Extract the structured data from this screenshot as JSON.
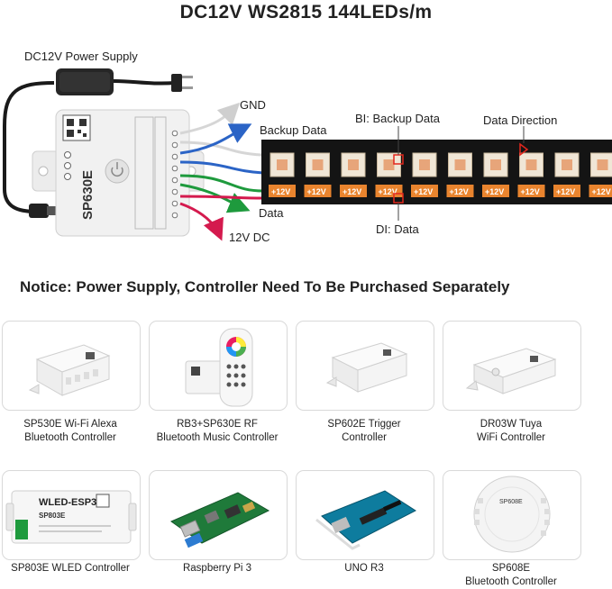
{
  "title": "DC12V WS2815 144LEDs/m",
  "labels": {
    "power_supply": "DC12V Power Supply",
    "gnd": "GND",
    "backup_data": "Backup Data",
    "bi": "BI: Backup Data",
    "data_direction": "Data Direction",
    "data": "Data",
    "di": "DI: Data",
    "v12": "12V DC"
  },
  "controller": {
    "model": "SP630E"
  },
  "strip": {
    "pad_label": "+12V",
    "wire_colors": {
      "gnd": "#d6d6d6",
      "backup": "#2b64c6",
      "data": "#1e9a3d",
      "v12": "#d41a4e"
    }
  },
  "notice": "Notice: Power Supply, Controller Need To Be Purchased Separately",
  "products": [
    {
      "line1": "SP530E Wi-Fi Alexa",
      "line2": "Bluetooth Controller"
    },
    {
      "line1": "RB3+SP630E RF",
      "line2": "Bluetooth Music Controller"
    },
    {
      "line1": "SP602E Trigger",
      "line2": "Controller"
    },
    {
      "line1": "DR03W Tuya",
      "line2": "WiFi Controller"
    },
    {
      "line1": "SP803E WLED Controller",
      "line2": ""
    },
    {
      "line1": "Raspberry Pi 3",
      "line2": ""
    },
    {
      "line1": "UNO R3",
      "line2": ""
    },
    {
      "line1": "SP608E",
      "line2": "Bluetooth Controller"
    }
  ],
  "product_labels": {
    "wled": "WLED-ESP32",
    "sp803e": "SP803E",
    "sp608e": "SP608E"
  }
}
